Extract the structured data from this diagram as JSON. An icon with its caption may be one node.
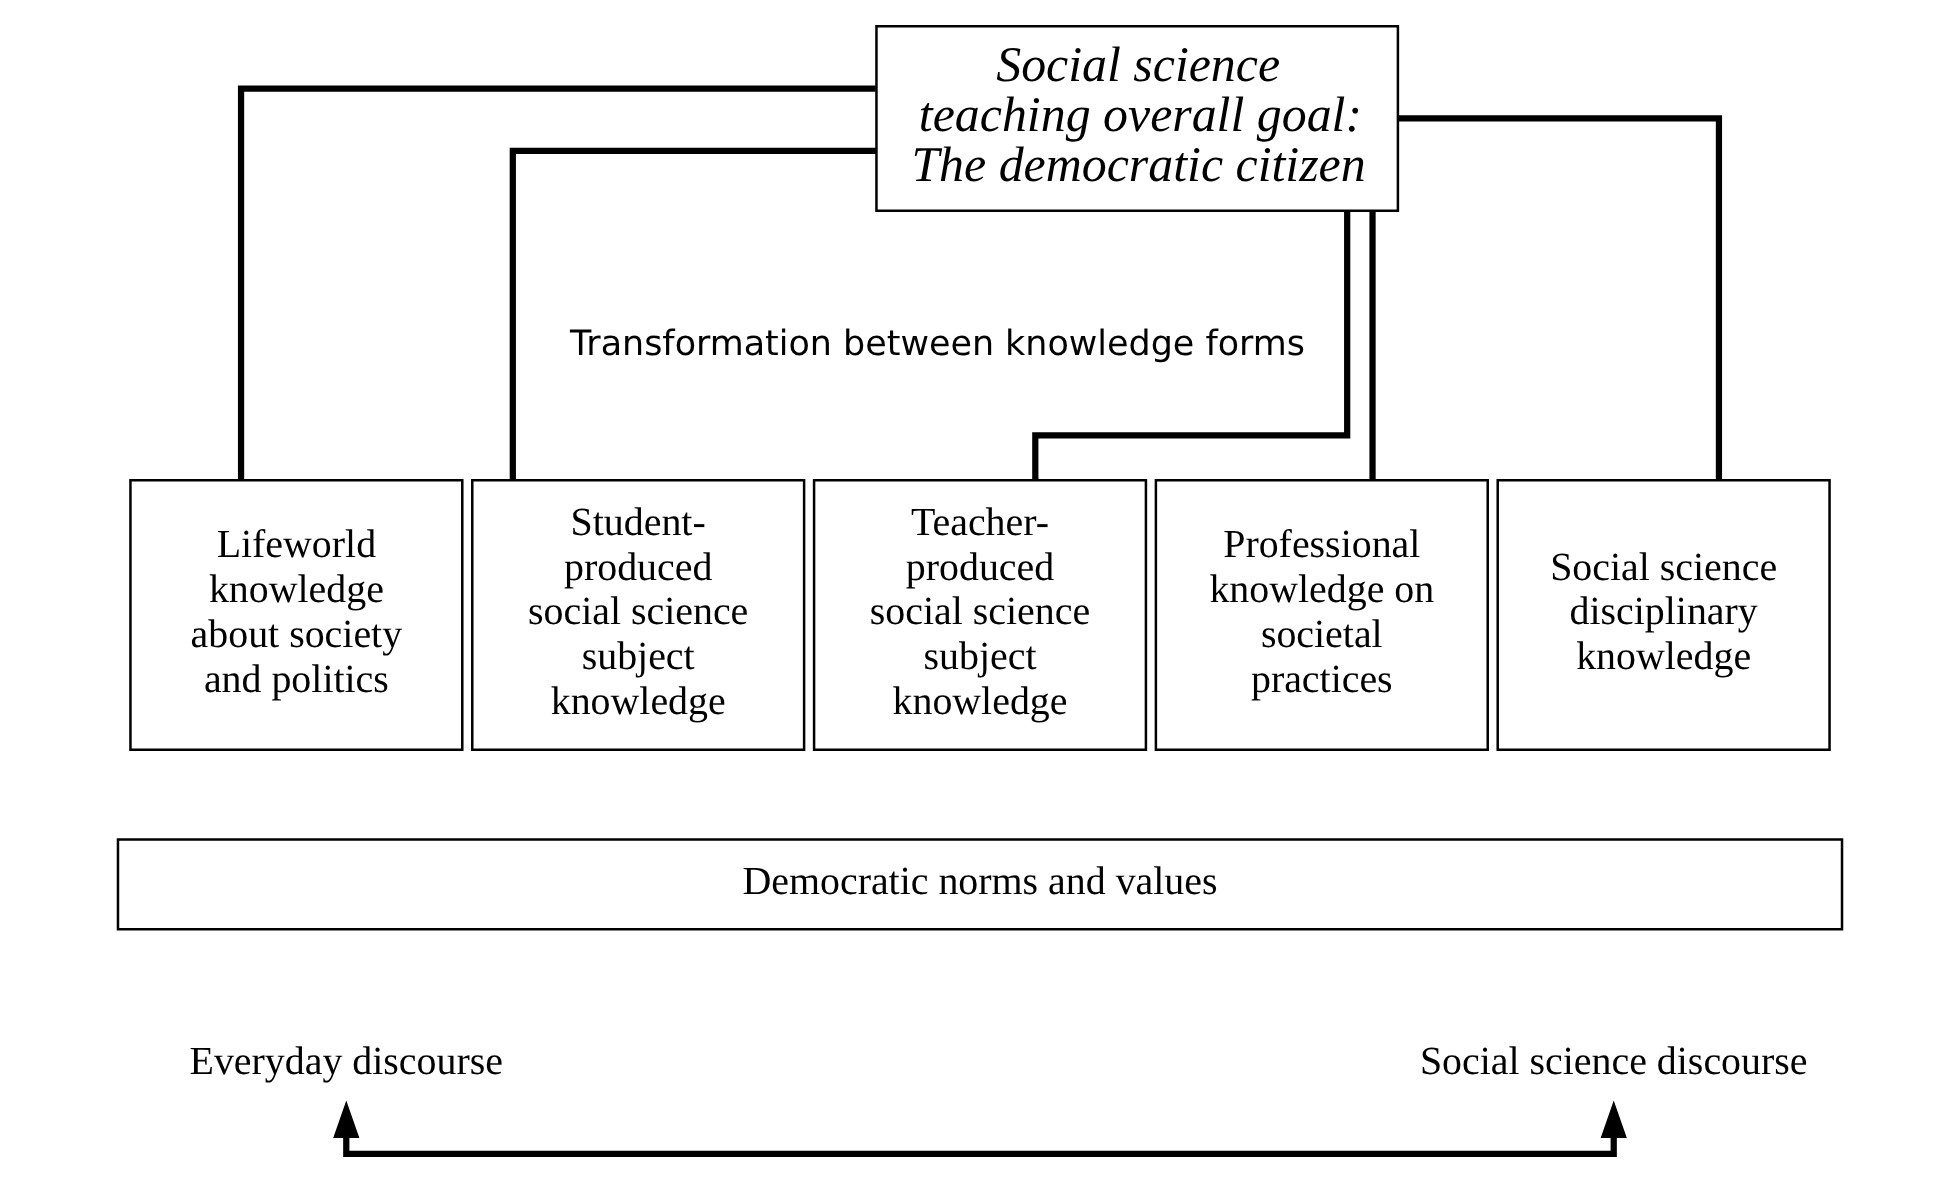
{
  "diagram": {
    "nodes": [
      {
        "text": [
          "Social science teaching overall goal: The democratic citizen"
        ]
      },
      {
        "text": [
          "Lifeworld knowledge about society and politics"
        ]
      },
      {
        "text": [
          "Student-produced social science subject knowledge"
        ]
      },
      {
        "text": [
          "Teacher-produced social science subject knowledge"
        ]
      },
      {
        "text": [
          "Professional knowledge on societal practices"
        ]
      },
      {
        "text": [
          "Social science disciplinary knowledge"
        ]
      },
      {
        "text": [
          "Democratic norms and values"
        ]
      },
      {
        "text": [
          "Everyday discourse"
        ]
      },
      {
        "text": [
          "Social science discourse"
        ]
      }
    ],
    "edges": [
      {
        "from": 0,
        "to": 1,
        "arrow": "none"
      },
      {
        "from": 0,
        "to": 2,
        "arrow": "none"
      },
      {
        "from": 0,
        "to": 3,
        "arrow": "none"
      },
      {
        "from": 0,
        "to": 4,
        "arrow": "none"
      },
      {
        "from": 0,
        "to": 5,
        "arrow": "none"
      },
      {
        "from": 7,
        "to": 8,
        "arrow": "both"
      }
    ],
    "labels": [
      "Transformation between knowledge forms"
    ]
  }
}
